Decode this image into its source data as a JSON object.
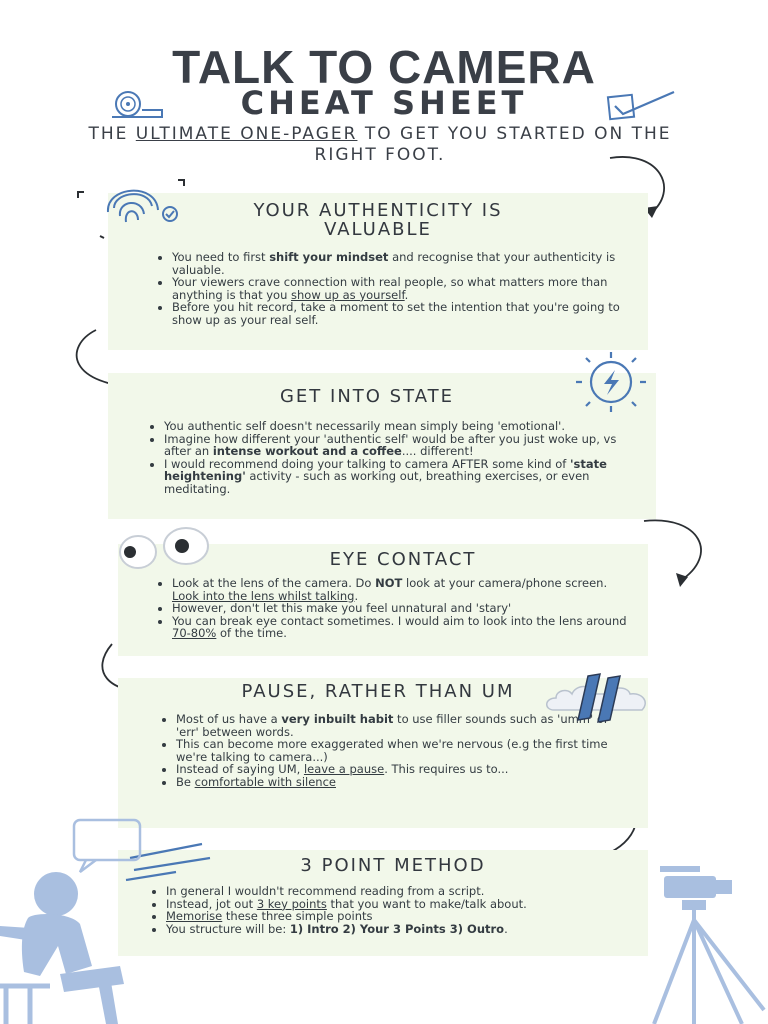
{
  "title": "TALK TO CAMERA",
  "subtitle": "CHEAT SHEET",
  "tagline": {
    "before": "THE ",
    "underlined": "ULTIMATE ONE-PAGER",
    "after": " TO GET YOU STARTED ON THE RIGHT FOOT."
  },
  "sections": {
    "authenticity": {
      "title": "YOUR AUTHENTICITY IS VALUABLE",
      "b1": [
        "You need to first ",
        "shift your mindset",
        " and recognise that your authenticity is valuable."
      ],
      "b2": [
        "Your viewers crave connection with real people, so what matters more than anything is that you ",
        "show up as yourself",
        "."
      ],
      "b3": "Before you hit record, take a moment to set the intention that you're going to show up as your real self."
    },
    "state": {
      "title": "GET INTO STATE",
      "b1": "You authentic self doesn't necessarily mean simply being 'emotional'.",
      "b2": [
        "Imagine how different your 'authentic self' would be after you just woke up, vs after an ",
        "intense workout and a coffee",
        ".... different!"
      ],
      "b3": [
        "I would recommend doing your talking to camera AFTER some kind of ",
        "'state heightening'",
        " activity - such as working out, breathing exercises, or even meditating."
      ]
    },
    "eye": {
      "title": "EYE CONTACT",
      "b1": [
        "Look at the lens of the camera. Do ",
        "NOT",
        " look at your camera/phone screen. ",
        "Look into the lens whilst talking",
        "."
      ],
      "b2": "However, don't let this make you feel unnatural and 'stary'",
      "b3": [
        "You can break eye contact sometimes. I would aim to look into the lens around ",
        "70-80%",
        " of the time."
      ]
    },
    "pause": {
      "title": "PAUSE, RATHER THAN UM",
      "b1": [
        "Most of us have a ",
        "very inbuilt habit",
        " to use filler sounds such as 'umm' or 'err' between words."
      ],
      "b2": "This can become more exaggerated when we're nervous (e.g the first time we're talking to camera...)",
      "b3": [
        "Instead of saying UM, ",
        "leave a pause",
        ". This requires us to..."
      ],
      "b4": [
        "Be ",
        "comfortable with silence"
      ]
    },
    "method": {
      "title": "3 POINT METHOD",
      "b1": "In general I wouldn't recommend reading from a script.",
      "b2": [
        "Instead, jot out ",
        "3 key points",
        " that you want to make/talk about."
      ],
      "b3": [
        "Memorise",
        " these three simple points"
      ],
      "b4": [
        "You structure will be: ",
        "1) Intro 2) Your 3 Points 3) Outro",
        "."
      ]
    }
  },
  "icons": {
    "tape": "measuring-tape-icon",
    "check": "checkbox-icon",
    "fingerprint": "fingerprint-icon",
    "lightning": "lightning-bolt-icon",
    "eyes": "googly-eyes-icon",
    "pause": "pause-cloud-icon",
    "person": "sitting-person-icon",
    "camera": "tripod-camera-icon"
  },
  "colors": {
    "panel": "#f2f8ea",
    "accent_blue": "#4a78b5",
    "illustration_blue": "#a9bfe0",
    "text": "#343c42"
  }
}
